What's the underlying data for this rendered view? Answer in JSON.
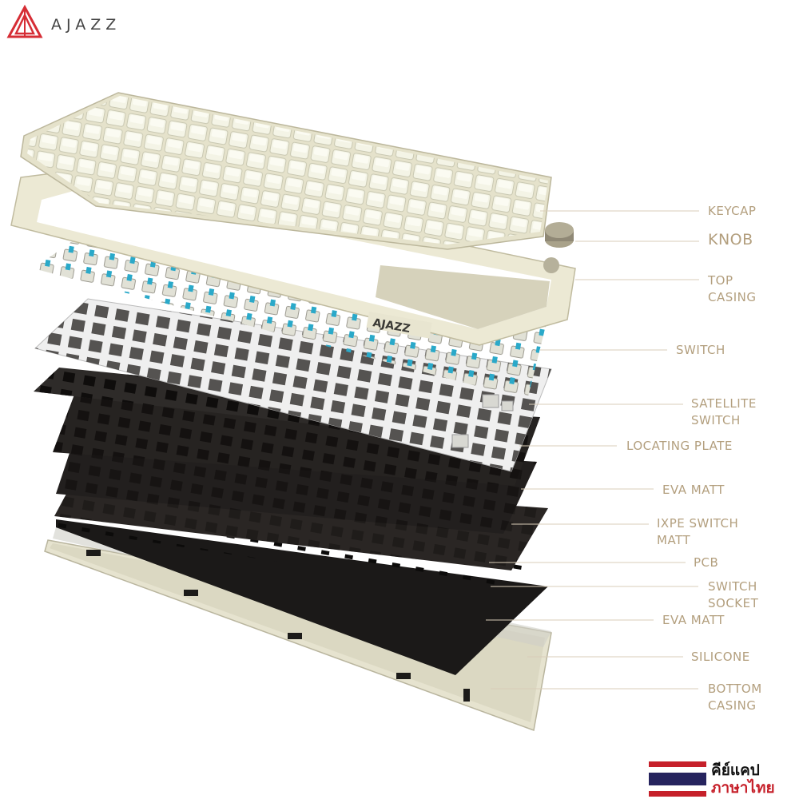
{
  "brand": {
    "name": "AJAZZ",
    "logo_color": "#d62d35",
    "logo_icon": "ajazz-logo-icon"
  },
  "keyboard": {
    "case_badge_text": "AJAZZ",
    "keycap_color": "#eeeedd",
    "casing_color": "#e8e5d0",
    "plate_color": "#efefef",
    "foam_color": "#262321",
    "switch_stem_color": "#2aa9c9"
  },
  "callouts": [
    {
      "id": "keycap",
      "text": "KEYCAP"
    },
    {
      "id": "knob",
      "text": "KNOB"
    },
    {
      "id": "top-casing",
      "text": "TOP\nCASING"
    },
    {
      "id": "switch",
      "text": "SWITCH"
    },
    {
      "id": "satellite-switch",
      "text": "SATELLITE\nSWITCH"
    },
    {
      "id": "locating-plate",
      "text": "LOCATING PLATE"
    },
    {
      "id": "eva-matt-1",
      "text": "EVA MATT"
    },
    {
      "id": "ixpe-switch-matt",
      "text": "IXPE SWITCH\nMATT"
    },
    {
      "id": "pcb",
      "text": "PCB"
    },
    {
      "id": "switch-socket",
      "text": "SWITCH\nSOCKET"
    },
    {
      "id": "eva-matt-2",
      "text": "EVA MATT"
    },
    {
      "id": "silicone",
      "text": "SILICONE"
    },
    {
      "id": "bottom-casing",
      "text": "BOTTOM\nCASING"
    }
  ],
  "callout_color": "#b39f7e",
  "badge": {
    "line1": "คีย์แคป",
    "line2": "ภาษาไทย",
    "flag_colors": [
      "#c6202a",
      "#ffffff",
      "#26245e",
      "#ffffff",
      "#c6202a"
    ],
    "icon": "thailand-flag-icon"
  }
}
